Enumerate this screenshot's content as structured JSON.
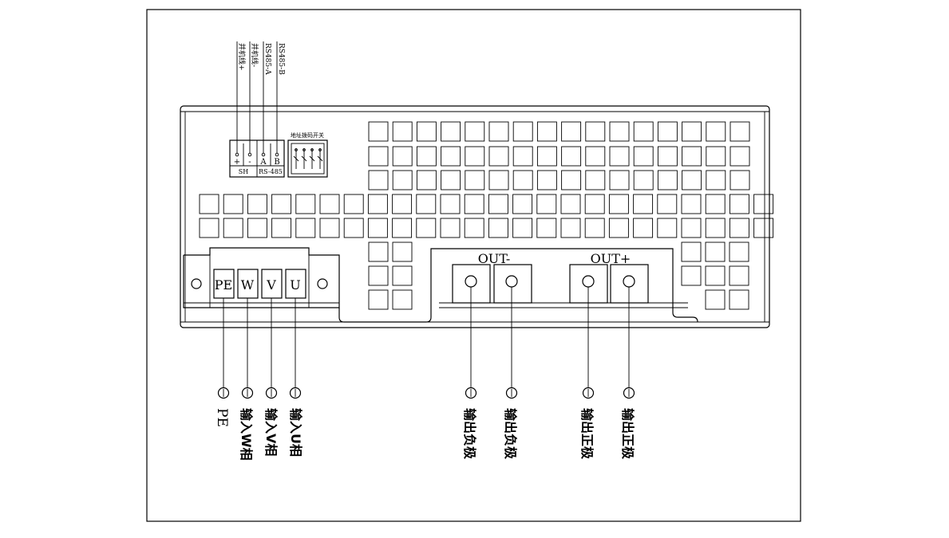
{
  "connector_labels": {
    "sh_plus": "+",
    "sh_minus": "-",
    "rs_a": "A",
    "rs_b": "B",
    "sh_group": "SH",
    "rs_group": "RS-485"
  },
  "wire_labels": {
    "host_plus": "并机线+",
    "host_minus": "并机线-",
    "rs485_a": "RS485-A",
    "rs485_b": "RS485-B"
  },
  "dip_switch_label": "地址拨码开关",
  "input_terminals": [
    "PE",
    "W",
    "V",
    "U"
  ],
  "output_groups": {
    "negative": "OUT-",
    "positive": "OUT+"
  },
  "callouts": [
    {
      "id": "pe",
      "text": "PE"
    },
    {
      "id": "in-w",
      "text": "输入W相"
    },
    {
      "id": "in-v",
      "text": "输入V相"
    },
    {
      "id": "in-u",
      "text": "输入U相"
    },
    {
      "id": "out-neg-1",
      "text": "输出负极"
    },
    {
      "id": "out-neg-2",
      "text": "输出负极"
    },
    {
      "id": "out-pos-1",
      "text": "输出正极"
    },
    {
      "id": "out-pos-2",
      "text": "输出正极"
    }
  ]
}
